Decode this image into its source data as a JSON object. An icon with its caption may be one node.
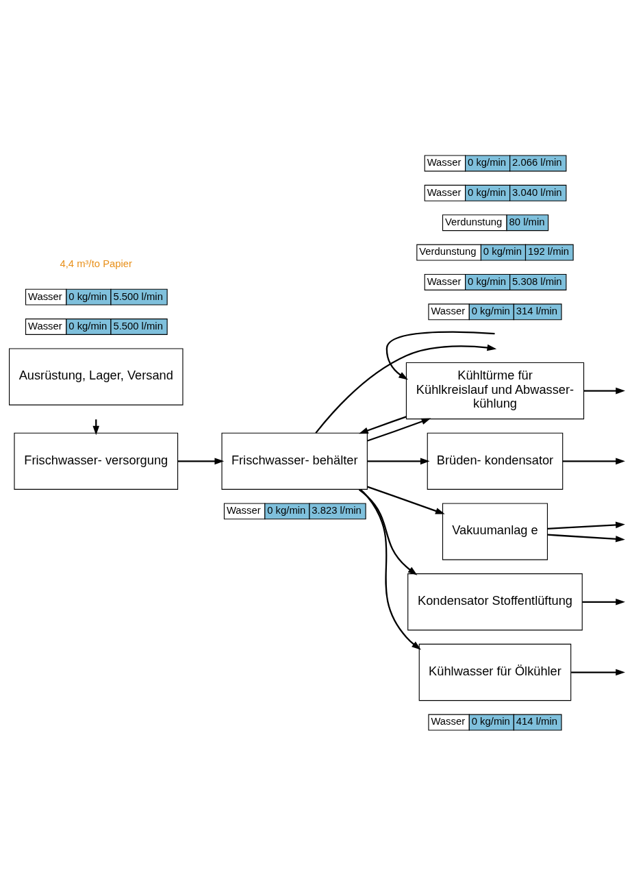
{
  "diagram": {
    "nodes": [
      {
        "text": [
          "Wasser",
          "0 kg/min",
          "3.823 l/min"
        ]
      },
      {
        "text": [
          "Wasser",
          "0 kg/min",
          "414 l/min"
        ]
      },
      {
        "text": [
          "Brüden- kondensator"
        ]
      },
      {
        "text": [
          "Ausrüstung, Lager, Versand"
        ]
      },
      {
        "text": [
          "Frischwasser- behälter"
        ]
      },
      {
        "text": [
          "Wasser",
          "0 kg/min",
          "314 l/min"
        ]
      },
      {
        "text": [
          "Vakuumanlag e"
        ]
      },
      {
        "text": [
          "Wasser",
          "0 kg/min",
          "5.308 l/min"
        ]
      },
      {
        "text": [
          "Verdunstung",
          "0 kg/min",
          "192 l/min"
        ]
      },
      {
        "text": [
          "Verdunstung",
          "80 l/min"
        ]
      },
      {
        "text": [
          "Kühltürme für Kühlkreislauf und Abwasser- kühlung"
        ]
      },
      {
        "text": [
          "Kondensator Stoffentlüftung"
        ]
      },
      {
        "text": [
          "Wasser",
          "0 kg/min",
          "3.040 l/min"
        ]
      },
      {
        "text": [
          "Kühlwasser für Ölkühler"
        ]
      },
      {
        "text": [
          "Wasser",
          "0 kg/min",
          "2.066 l/min"
        ]
      },
      {
        "text": [
          "Frischwasser- versorgung"
        ]
      },
      {
        "text": [
          "Wasser",
          "0 kg/min",
          "5.500 l/min"
        ]
      },
      {
        "text": [
          "Wasser",
          "0 kg/min",
          "5.500 l/min"
        ]
      }
    ],
    "edges": [
      {
        "from": null,
        "to": 10,
        "arrow": "to"
      },
      {
        "from": 4,
        "to": null,
        "arrow": "to"
      },
      {
        "from": 4,
        "to": 2,
        "arrow": "to"
      },
      {
        "from": 2,
        "to": null,
        "arrow": "to"
      },
      {
        "from": 4,
        "to": 6,
        "arrow": "to"
      },
      {
        "from": 4,
        "to": 11,
        "arrow": "to"
      },
      {
        "from": 4,
        "to": 13,
        "arrow": "to"
      },
      {
        "from": 6,
        "to": null,
        "arrow": "to"
      },
      {
        "from": 11,
        "to": null,
        "arrow": "to"
      },
      {
        "from": 13,
        "to": null,
        "arrow": "to"
      },
      {
        "from": 10,
        "to": 4,
        "arrow": "to"
      },
      {
        "from": 4,
        "to": 10,
        "arrow": "to"
      },
      {
        "from": 10,
        "to": null,
        "arrow": "to"
      },
      {
        "from": 6,
        "to": null,
        "arrow": "to"
      },
      {
        "from": null,
        "to": 15,
        "arrow": "to"
      },
      {
        "from": 15,
        "to": 4,
        "arrow": "to"
      }
    ],
    "labels": [
      "4,4 m³/to Papier"
    ]
  }
}
